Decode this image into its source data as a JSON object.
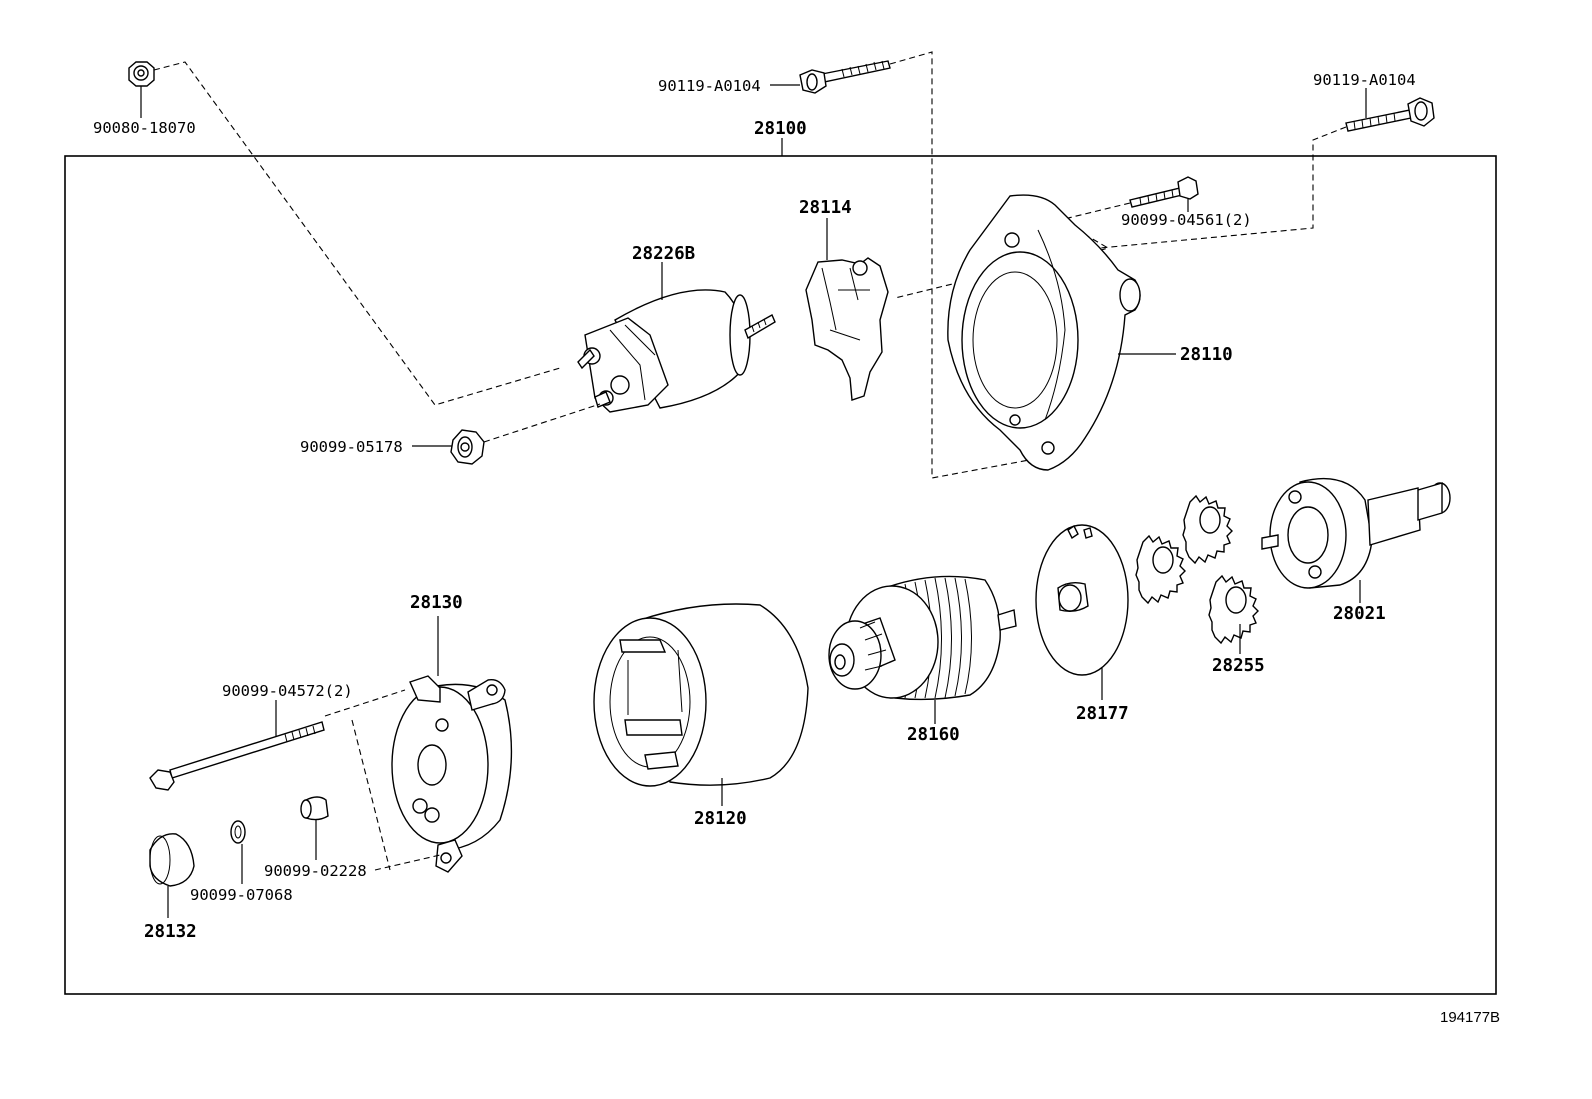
{
  "labels": {
    "assembly": "28100",
    "nut_top": "90080-18070",
    "bolt_top_mid": "90119-A0104",
    "bolt_top_right": "90119-A0104",
    "screw_housing": "90099-04561(2)",
    "lever": "28114",
    "solenoid": "28226B",
    "housing": "28110",
    "nut_solenoid": "90099-05178",
    "clutch": "28021",
    "gears": "28255",
    "plate": "28177",
    "armature": "28160",
    "end_frame": "28130",
    "through_bolt": "90099-04572(2)",
    "yoke": "28120",
    "bushing": "90099-02228",
    "washer": "90099-07068",
    "cap": "28132",
    "diagram_ref": "194177B"
  },
  "colors": {
    "line": "#000000",
    "background": "#ffffff"
  }
}
